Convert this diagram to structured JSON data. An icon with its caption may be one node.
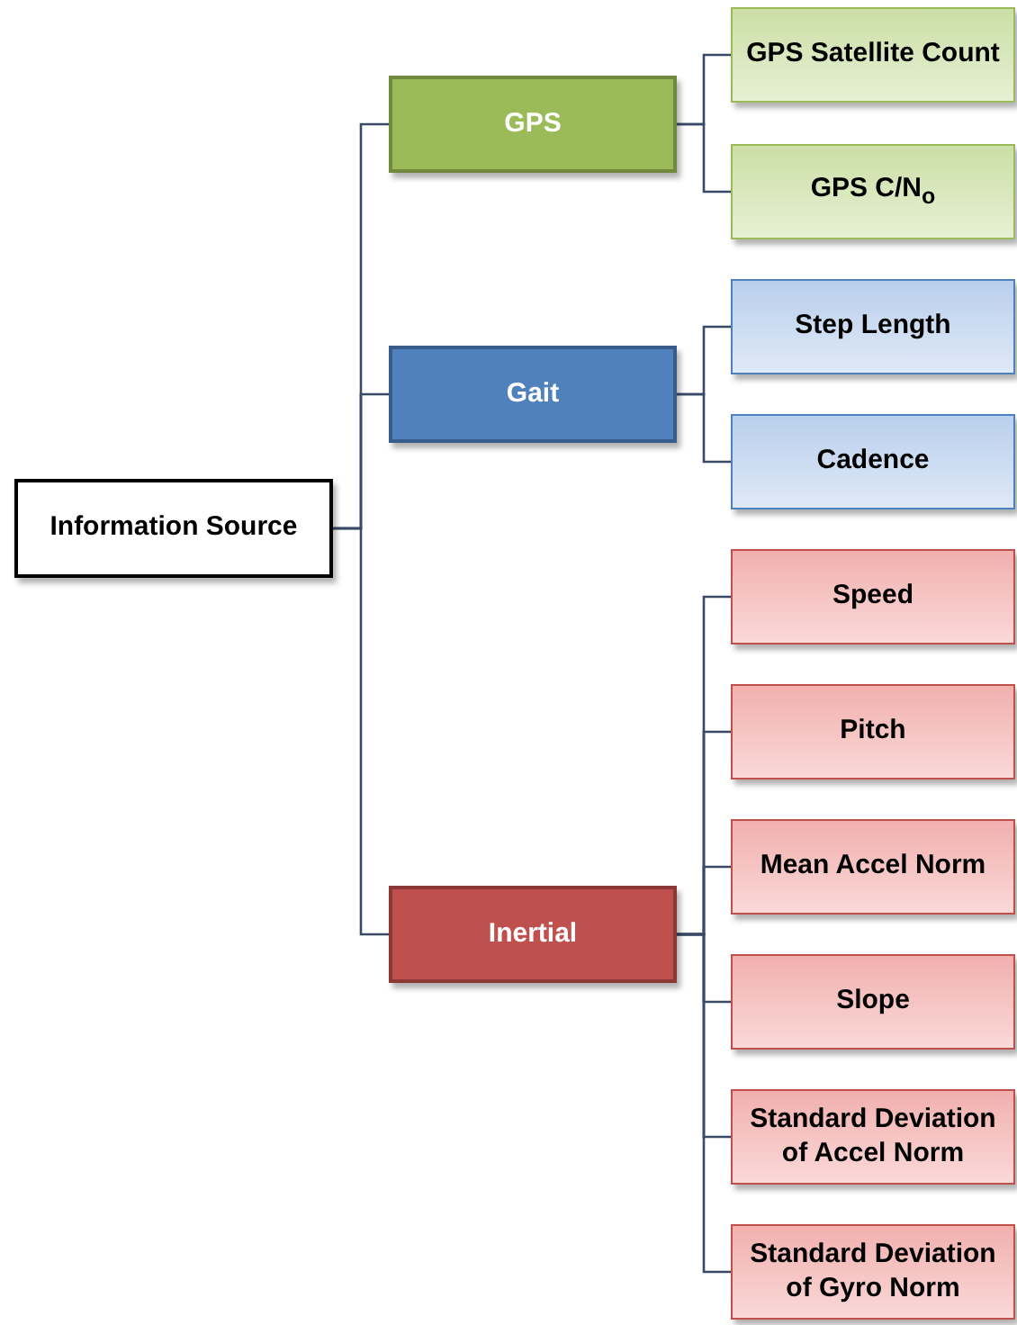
{
  "diagram": {
    "nodes": [
      {
        "text": [
          "Information Source"
        ]
      },
      {
        "text": [
          "GPS"
        ]
      },
      {
        "text": [
          "Gait"
        ]
      },
      {
        "text": [
          "Inertial"
        ]
      },
      {
        "text": [
          "GPS Satellite Count"
        ]
      },
      {
        "text": [
          "GPS C/N$_{o}$"
        ]
      },
      {
        "text": [
          "Step Length"
        ]
      },
      {
        "text": [
          "Cadence"
        ]
      },
      {
        "text": [
          "Speed"
        ]
      },
      {
        "text": [
          "Pitch"
        ]
      },
      {
        "text": [
          "Mean Accel Norm"
        ]
      },
      {
        "text": [
          "Slope"
        ]
      },
      {
        "text": [
          "Standard Deviation of Accel Norm"
        ]
      },
      {
        "text": [
          "Standard Deviation of Gyro Norm"
        ]
      }
    ],
    "edges": [
      {
        "from": 0,
        "to": 1,
        "arrow": "none"
      },
      {
        "from": 0,
        "to": 2,
        "arrow": "none"
      },
      {
        "from": 0,
        "to": 3,
        "arrow": "none"
      },
      {
        "from": 1,
        "to": 4,
        "arrow": "none"
      },
      {
        "from": 1,
        "to": 5,
        "arrow": "none"
      },
      {
        "from": 2,
        "to": 6,
        "arrow": "none"
      },
      {
        "from": 2,
        "to": 7,
        "arrow": "none"
      },
      {
        "from": 3,
        "to": 8,
        "arrow": "none"
      },
      {
        "from": 3,
        "to": 9,
        "arrow": "none"
      },
      {
        "from": 3,
        "to": 10,
        "arrow": "none"
      },
      {
        "from": 3,
        "to": 11,
        "arrow": "none"
      },
      {
        "from": 3,
        "to": 12,
        "arrow": "none"
      },
      {
        "from": 3,
        "to": 13,
        "arrow": "none"
      }
    ]
  }
}
